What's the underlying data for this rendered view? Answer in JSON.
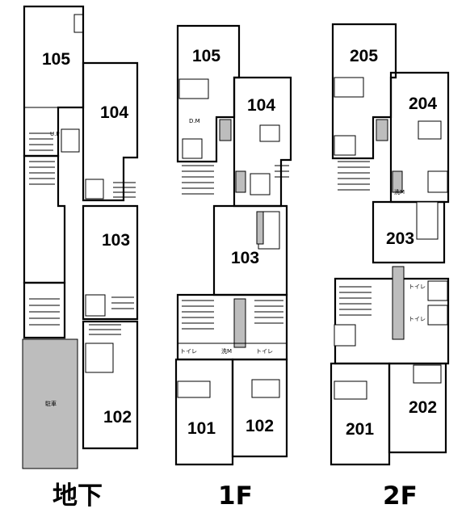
{
  "floors": [
    {
      "label": "地下",
      "units": [
        "105",
        "104",
        "103",
        "102"
      ],
      "annotations": {
        "up": "U.P",
        "parking": "駐車"
      }
    },
    {
      "label": "1F",
      "units": [
        "105",
        "104",
        "103",
        "101",
        "102"
      ],
      "annotations": {
        "toilet": "トイレ",
        "washer": "洗M",
        "dm": "D.M"
      }
    },
    {
      "label": "2F",
      "units": [
        "205",
        "204",
        "203",
        "201",
        "202"
      ],
      "annotations": {
        "toilet": "トイレ",
        "washer": "洗M"
      }
    }
  ]
}
